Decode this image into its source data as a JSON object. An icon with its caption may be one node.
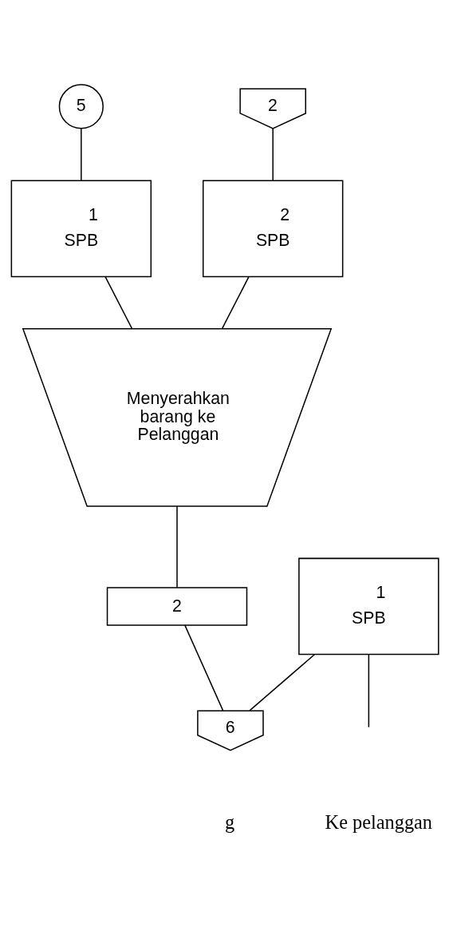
{
  "diagram": {
    "nodes": [
      {
        "text": [
          "5"
        ]
      },
      {
        "text": [
          "2"
        ]
      },
      {
        "text": [
          "1",
          "SPB"
        ]
      },
      {
        "text": [
          "2",
          "SPB"
        ]
      },
      {
        "text": [
          "Menyerahkan barang ke Pelanggan"
        ]
      },
      {
        "text": [
          "2"
        ]
      },
      {
        "text": [
          "1",
          "SPB"
        ]
      },
      {
        "text": [
          "6"
        ]
      }
    ],
    "edges": [
      {
        "from": 0,
        "to": 2,
        "arrow": "none"
      },
      {
        "from": 1,
        "to": 3,
        "arrow": "none"
      },
      {
        "from": 2,
        "to": 4,
        "arrow": "none"
      },
      {
        "from": 3,
        "to": 4,
        "arrow": "none"
      },
      {
        "from": 4,
        "to": 5,
        "arrow": "none"
      },
      {
        "from": 5,
        "to": 7,
        "arrow": "none"
      },
      {
        "from": 6,
        "to": 7,
        "arrow": "none"
      },
      {
        "from": 6,
        "to": null,
        "arrow": "none"
      }
    ],
    "labels": [
      "g",
      "Ke pelanggan"
    ]
  }
}
